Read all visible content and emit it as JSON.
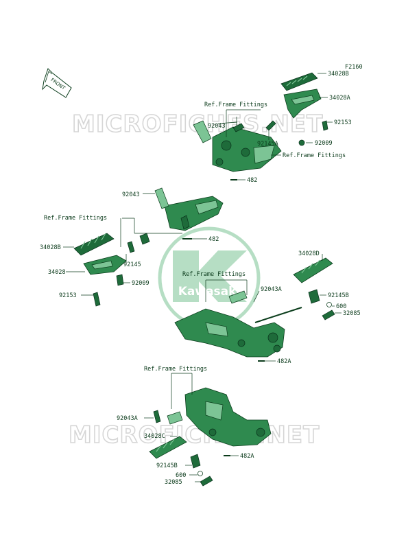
{
  "diagram": {
    "figure_code": "F2160",
    "front_label": "FRONT",
    "logo_text": "Kawasaki",
    "watermarks": [
      "MICROFICHES.NET",
      "MICROFICHES.NET"
    ],
    "ref_label": "Ref.Frame Fittings",
    "parts": {
      "p_34028B_r": "34028B",
      "p_34028A_r": "34028A",
      "p_92043_t": "92043",
      "p_92153_r": "92153",
      "p_92145A_t": "92145A",
      "p_92009_r": "92009",
      "p_482_t": "482",
      "p_92043_l": "92043",
      "p_482_l": "482",
      "p_34028B_l": "34028B",
      "p_92145_l": "92145",
      "p_34028_l": "34028",
      "p_92009_l": "92009",
      "p_92153_l": "92153",
      "p_34028D": "34028D",
      "p_92043A_m": "92043A",
      "p_92145B_m": "92145B",
      "p_600_m": "600",
      "p_32085_m": "32085",
      "p_482A_m": "482A",
      "p_92043A_b": "92043A",
      "p_34028C": "34028C",
      "p_482A_b": "482A",
      "p_92145B_b": "92145B",
      "p_600_b": "600",
      "p_32085_b": "32085"
    },
    "colors": {
      "part_fill": "#2f8a4f",
      "part_stroke": "#0b3d1c",
      "logo_green": "#7cc495",
      "watermark": "#d6d6d6"
    }
  }
}
